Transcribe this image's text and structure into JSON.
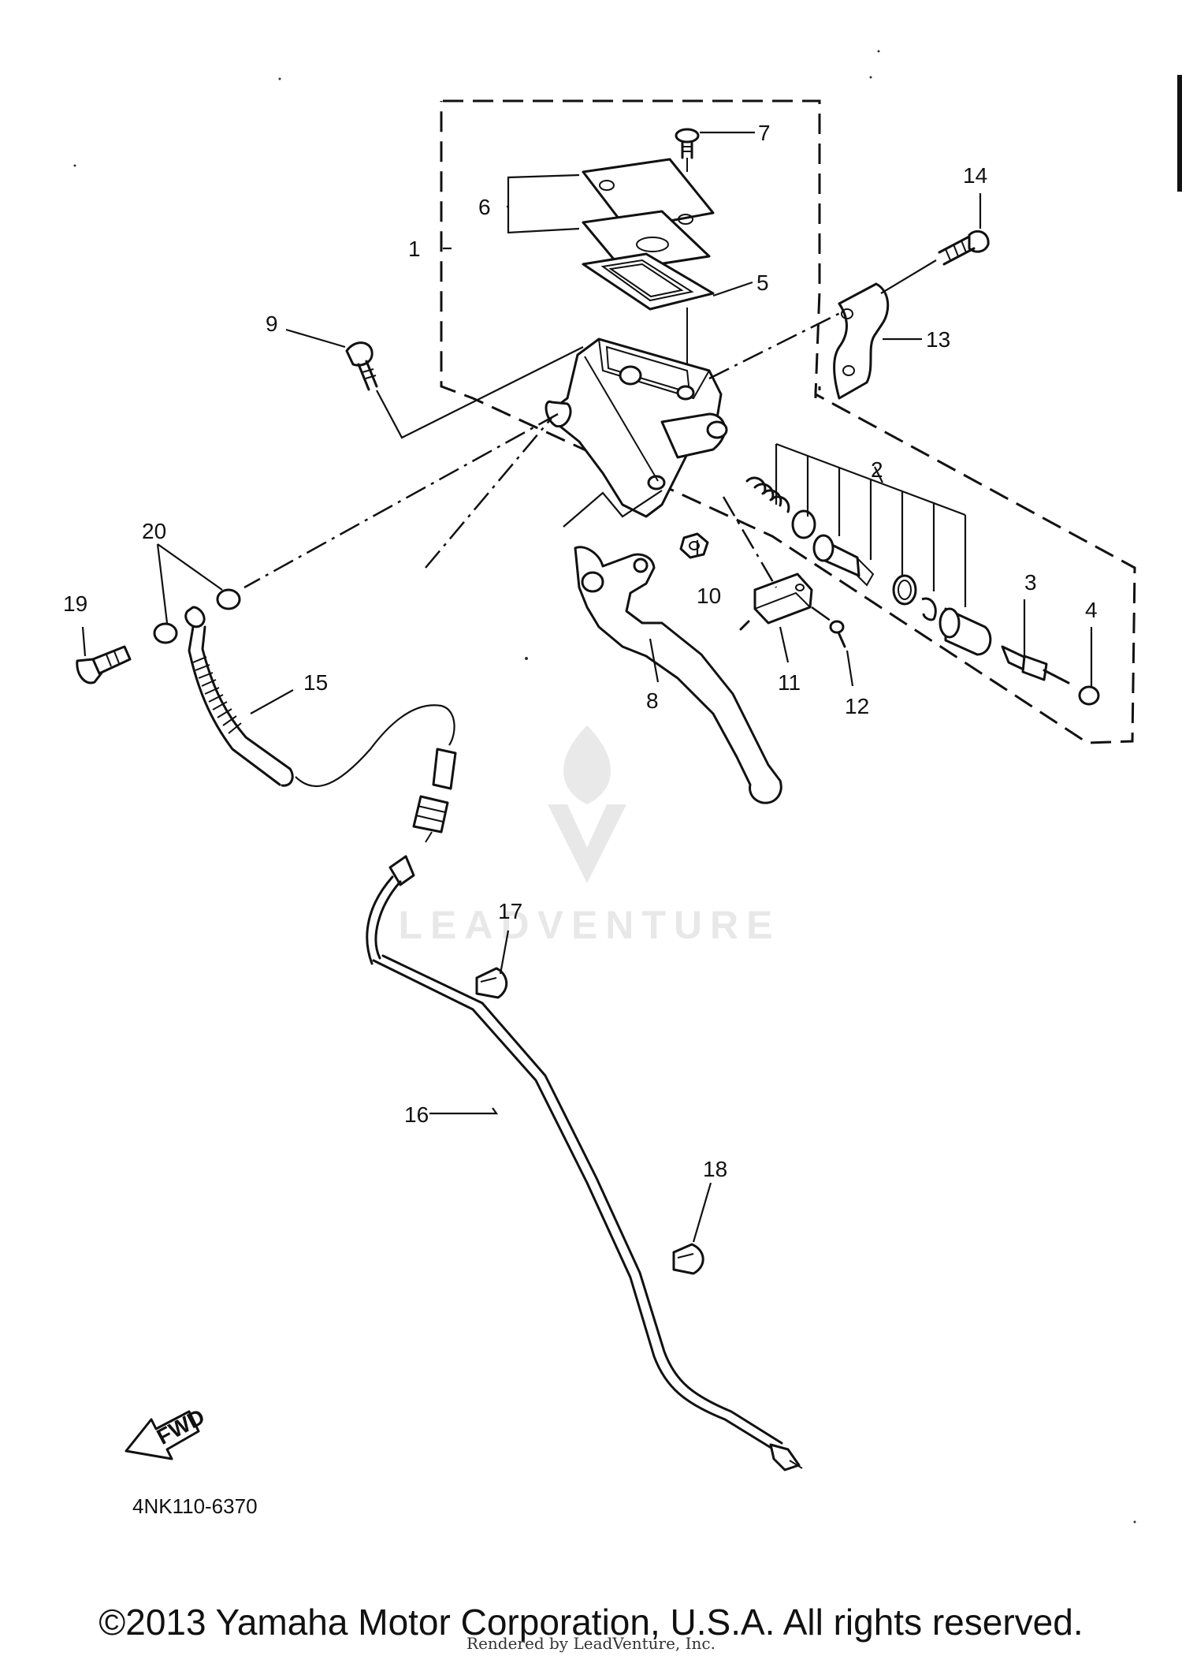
{
  "diagram": {
    "part_labels": [
      "1",
      "2",
      "3",
      "4",
      "5",
      "6",
      "7",
      "8",
      "9",
      "10",
      "11",
      "12",
      "13",
      "14",
      "15",
      "16",
      "17",
      "18",
      "19",
      "20"
    ],
    "code": "4NK110-6370",
    "fwd_label": "FWD",
    "watermark": "LEADVENTURE"
  },
  "footer": {
    "copyright": "©2013 Yamaha Motor Corporation, U.S.A. All rights reserved.",
    "rendered_by": "Rendered by LeadVenture, Inc."
  }
}
